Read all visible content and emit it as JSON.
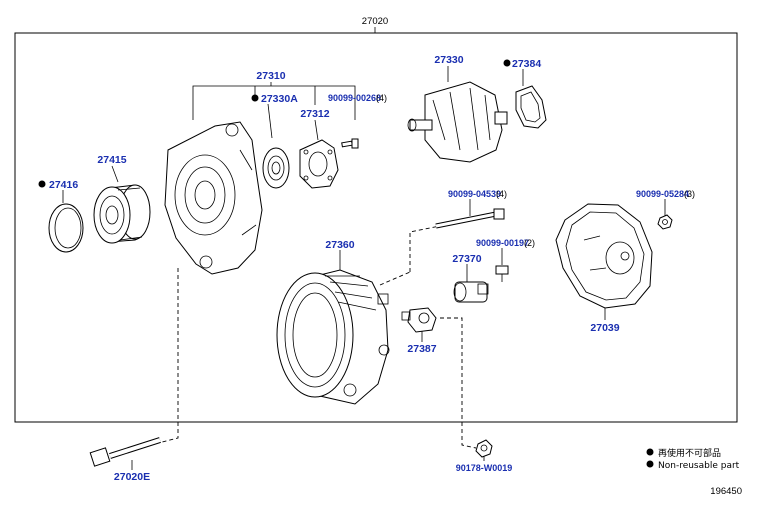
{
  "labels": {
    "assembly": "27020",
    "frame": "27310",
    "bearing": "27330A",
    "bearing_plate": "27312",
    "screw_a": "90099-00268",
    "screw_a_qty": "(4)",
    "rotor": "27330",
    "ring": "27384",
    "pulley": "27415",
    "cap": "27416",
    "through_bolt": "90099-04539",
    "through_bolt_qty": "(4)",
    "rear_nut": "90099-05284",
    "rear_nut_qty": "(3)",
    "screw_b": "90099-00197",
    "screw_b_qty": "(2)",
    "brush_holder": "27370",
    "rear_cover": "27039",
    "stator_frame": "27360",
    "terminal_insulator": "27387",
    "mount_bolt": "27020E",
    "terminal_nut": "90178-W0019"
  },
  "legend": {
    "japanese": "再使用不可部品",
    "english": "Non-reusable part"
  },
  "drawing_number": "196450",
  "non_reusable_marker": "filled-circle-icon"
}
